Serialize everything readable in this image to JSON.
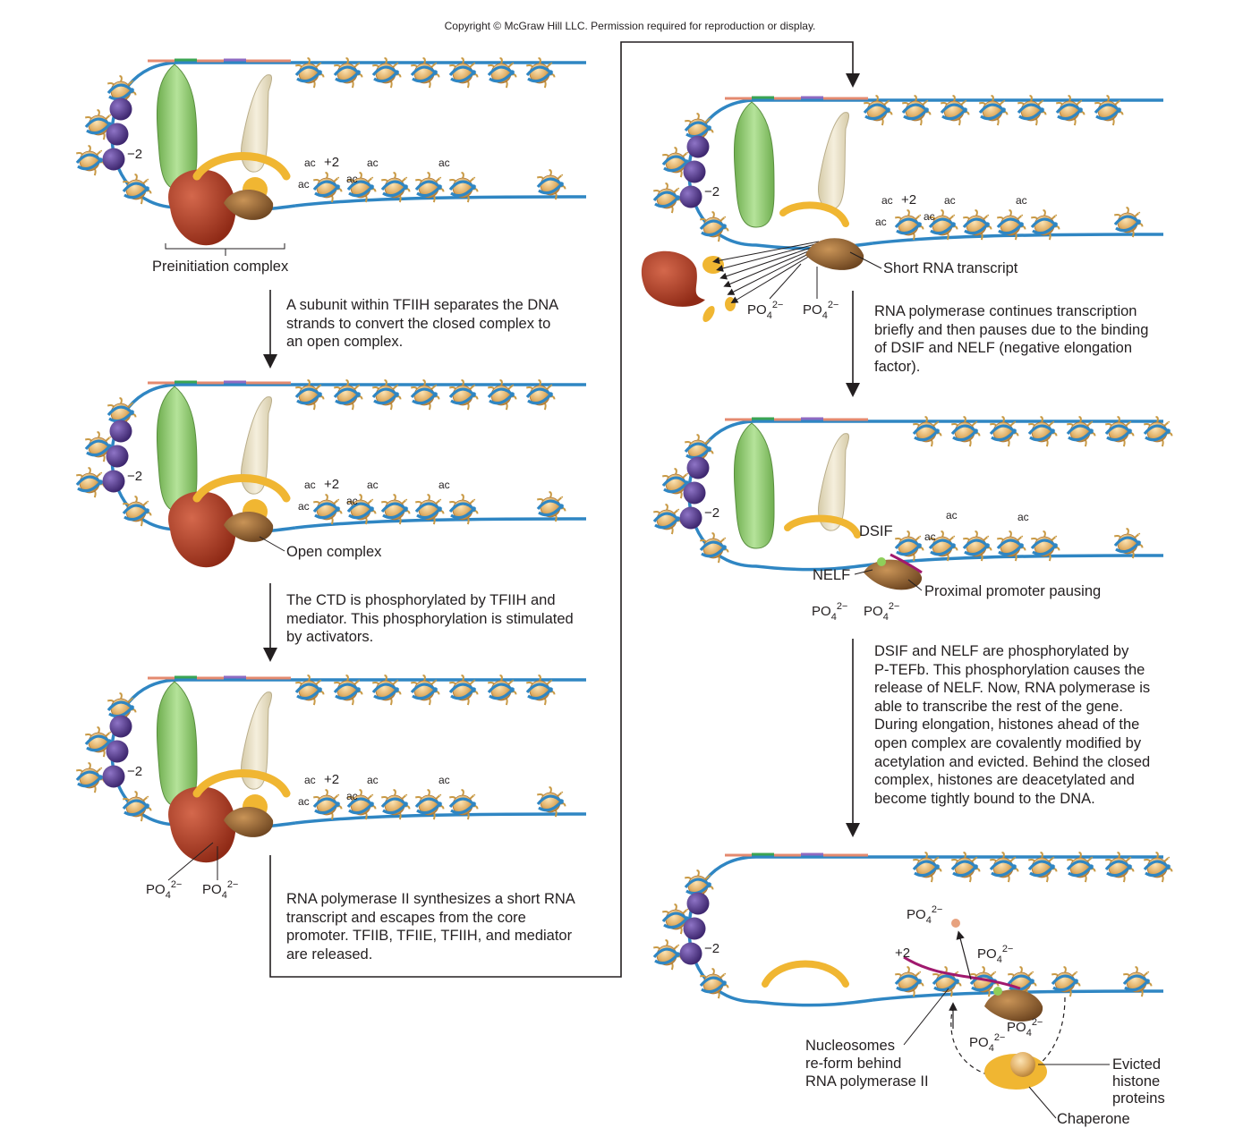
{
  "copyright": "Copyright © McGraw Hill LLC. Permission required for reproduction or display.",
  "labels": {
    "preinitiation_complex": "Preinitiation complex",
    "open_complex": "Open complex",
    "short_rna_transcript": "Short RNA transcript",
    "dsif": "DSIF",
    "nelf": "NELF",
    "proximal_promoter_pausing": "Proximal promoter pausing",
    "nucleosomes_reform": [
      "Nucleosomes",
      "re-form behind",
      "RNA polymerase II"
    ],
    "evicted_histones": [
      "Evicted",
      "histone",
      "proteins"
    ],
    "chaperone": "Chaperone",
    "ac": "ac",
    "minus2": "−2",
    "plus2": "+2",
    "po4": "PO",
    "po4_sub": "4",
    "po4_sup": "2−"
  },
  "steps": [
    [
      "A subunit within TFIIH separates the DNA",
      "strands to convert the closed complex to",
      "an open complex."
    ],
    [
      "The CTD is phosphorylated by TFIIH and",
      "mediator. This phosphorylation is stimulated",
      "by activators."
    ],
    [
      "RNA polymerase II synthesizes a short RNA",
      "transcript and escapes from the core",
      "promoter. TFIIB, TFIIE, TFIIH, and mediator",
      "are released."
    ],
    [
      "RNA polymerase continues transcription",
      "briefly and then pauses due to the binding",
      "of DSIF and NELF (negative elongation",
      "factor)."
    ],
    [
      "DSIF and NELF are phosphorylated by",
      "P-TEFb. This phosphorylation causes the",
      "release of NELF. Now, RNA polymerase is",
      "able to transcribe the rest of the gene.",
      "During elongation, histones ahead of the",
      "open complex are covalently modified by",
      "acetylation and evicted. Behind the closed",
      "complex, histones are deacetylated and",
      "become tightly bound to the DNA."
    ]
  ],
  "colors": {
    "dna": "#2f86c3",
    "histone": "#d9a85a",
    "histone_tail": "#c99a45",
    "activator": "#8cc36f",
    "mediator_cream": "#e8dfc6",
    "tfiih_red": "#b8432b",
    "gold_factor": "#f0b632",
    "purple": "#5b3f8f",
    "pol2_brown": "#8a5a2b",
    "rna_magenta": "#a0196e",
    "dsif_green": "#8fcf5a"
  }
}
